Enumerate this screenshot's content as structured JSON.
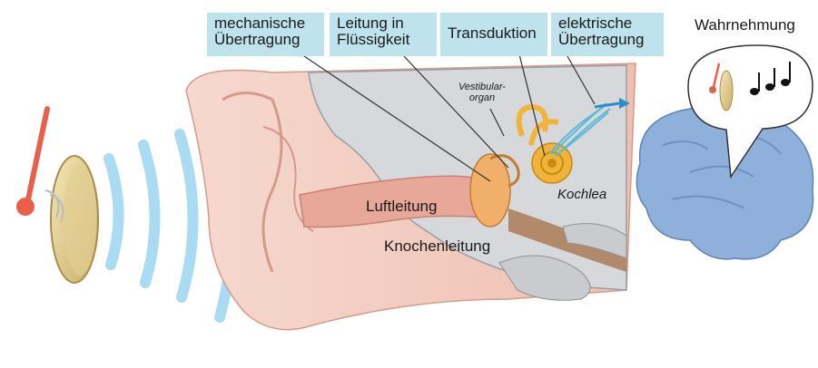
{
  "labels": {
    "mechanical": [
      "mechanische",
      "Übertragung"
    ],
    "fluid": [
      "Leitung in",
      "Flüssigkeit"
    ],
    "transduction": "Transduktion",
    "electrical": [
      "elektrische",
      "Übertragung"
    ],
    "perception": "Wahrnehmung",
    "vestibular": [
      "Vestibular-",
      "organ"
    ],
    "cochlea": "Kochlea",
    "air_conduction": "Luftleitung",
    "bone_conduction": "Knochenleitung"
  },
  "colors": {
    "label_box": "#bfe3ec",
    "sound_wave": "#a9dbf2",
    "brain": "#8fb0da",
    "skin": "#f3cbbf",
    "bone": "#c9cbcf",
    "inner_ear": "#f0b43a",
    "nerve_arrow": "#2a8ec9",
    "tuning_fork_red": "#e8604a",
    "cymbal": "#d9c58a"
  },
  "icons": [
    "tuning-fork-icon",
    "music-notes-icon",
    "brain-icon",
    "ear-icon"
  ]
}
